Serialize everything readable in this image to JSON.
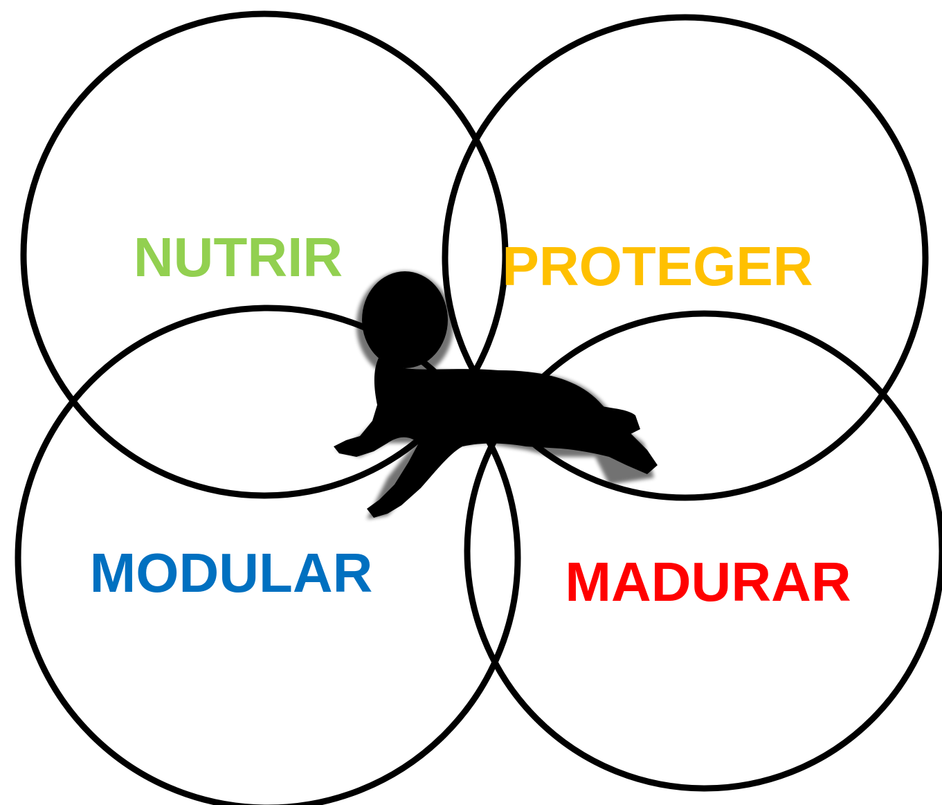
{
  "diagram": {
    "labels": {
      "nutrir": "NUTRIR",
      "proteger": "PROTEGER",
      "modular": "MODULAR",
      "madurar": "MADURAR"
    },
    "colors": {
      "nutrir": "#92D050",
      "proteger": "#FFC000",
      "modular": "#0070C0",
      "madurar": "#FF0000",
      "rings": "#000000",
      "silhouette": "#000000"
    },
    "center_icon": "crawling-baby-silhouette-icon"
  }
}
